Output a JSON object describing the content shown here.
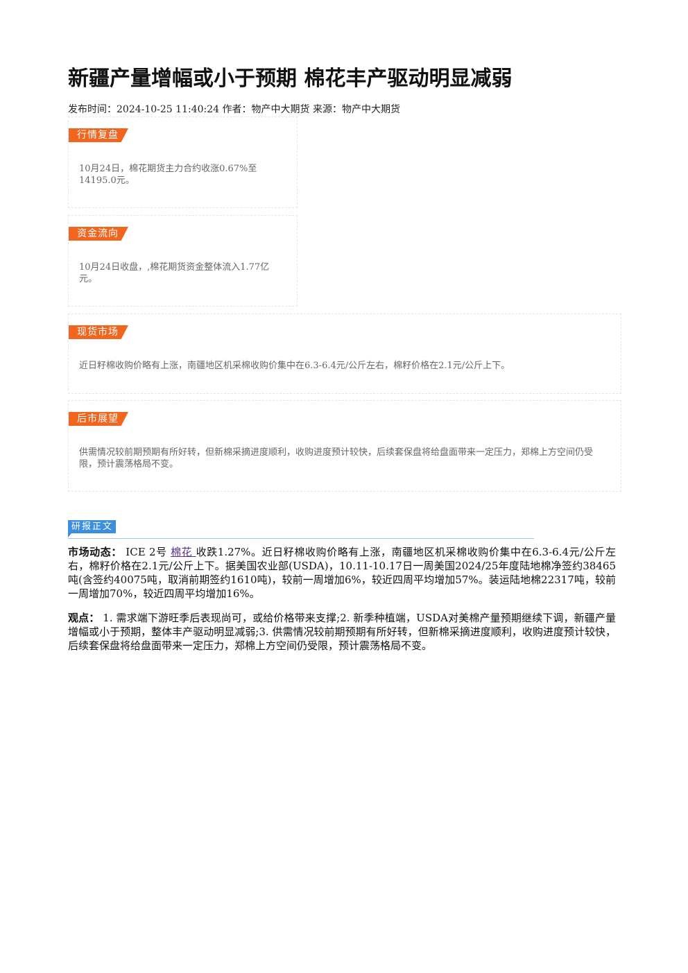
{
  "article": {
    "title": "新疆产量增幅或小于预期 棉花丰产驱动明显减弱",
    "meta": "发布时间：2024-10-25 11:40:24 作者：物产中大期货 来源：物产中大期货"
  },
  "boxes": [
    {
      "tag": "行情复盘",
      "text": "10月24日，棉花期货主力合约收涨0.67%至14195.0元。"
    },
    {
      "tag": "资金流向",
      "text": "10月24日收盘，,棉花期货资金整体流入1.77亿元。"
    },
    {
      "tag": "现货市场",
      "text": "近日籽棉收购价略有上涨，南疆地区机采棉收购价集中在6.3-6.4元/公斤左右，棉籽价格在2.1元/公斤上下。"
    },
    {
      "tag": "后市展望",
      "text": "供需情况较前期预期有所好转，但新棉采摘进度顺利，收购进度预计较快，后续套保盘将给盘面带来一定压力，郑棉上方空间仍受限，预计震荡格局不变。"
    }
  ],
  "section": {
    "label": "研报正文"
  },
  "market": {
    "label": "市场动态：",
    "pre": "ICE 2号 ",
    "link": "棉花 ",
    "post": "收跌1.27%。近日籽棉收购价略有上涨，南疆地区机采棉收购价集中在6.3-6.4元/公斤左右，棉籽价格在2.1元/公斤上下。据美国农业部(USDA)，10.11-10.17日一周美国2024/25年度陆地棉净签约38465吨(含签约40075吨，取消前期签约1610吨)，较前一周增加6%，较近四周平均增加57%。装运陆地棉22317吨，较前一周增加70%，较近四周平均增加16%。"
  },
  "view": {
    "label": "观点：",
    "text": "1. 需求端下游旺季后表现尚可，或给价格带来支撑;2. 新季种植端，USDA对美棉产量预期继续下调，新疆产量增幅或小于预期，整体丰产驱动明显减弱;3. 供需情况较前期预期有所好转，但新棉采摘进度顺利，收购进度预计较快，后续套保盘将给盘面带来一定压力，郑棉上方空间仍受限，预计震荡格局不变。"
  },
  "colors": {
    "tag": "#f2651e",
    "section": "#3d8fdd",
    "link": "#5b2d90"
  }
}
